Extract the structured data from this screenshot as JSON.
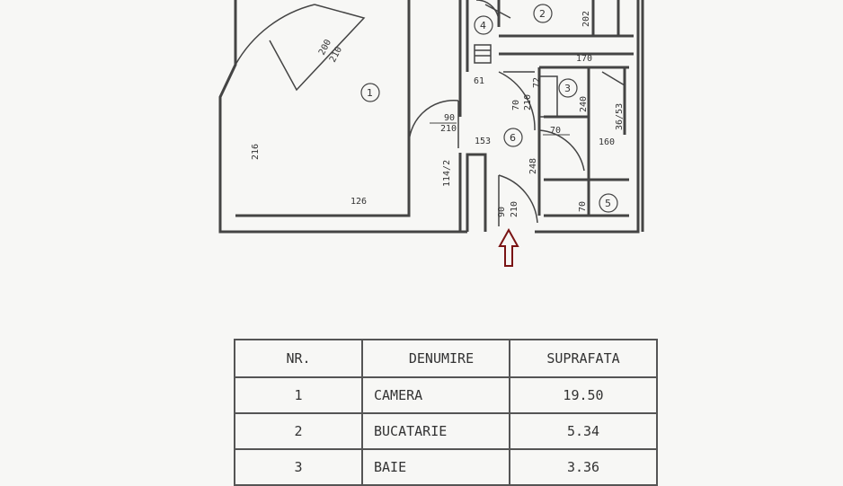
{
  "plan": {
    "dimensions": [
      "200",
      "210",
      "216",
      "126",
      "90",
      "210",
      "153",
      "114/2",
      "61",
      "70",
      "210",
      "72",
      "202",
      "170",
      "240",
      "36/53",
      "160",
      "248",
      "70",
      "90",
      "210",
      "70"
    ],
    "room_numbers": [
      "1",
      "2",
      "3",
      "4",
      "5",
      "6"
    ]
  },
  "table": {
    "headers": [
      "NR.",
      "DENUMIRE",
      "SUPRAFATA"
    ],
    "rows": [
      {
        "nr": "1",
        "name": "CAMERA",
        "area": "19.50"
      },
      {
        "nr": "2",
        "name": "BUCATARIE",
        "area": "5.34"
      },
      {
        "nr": "3",
        "name": "BAIE",
        "area": "3.36"
      }
    ]
  },
  "colors": {
    "arrow": "#7a1414",
    "lines": "#444444"
  }
}
